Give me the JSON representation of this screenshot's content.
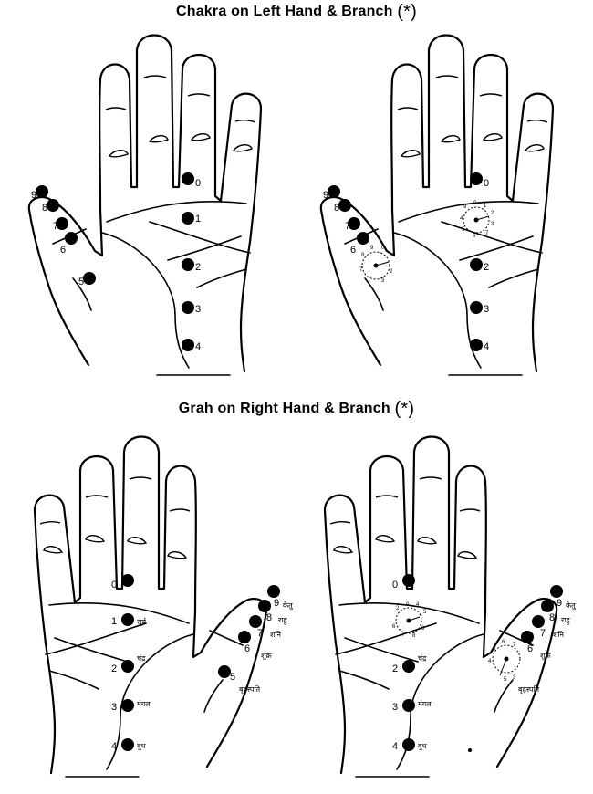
{
  "titles": {
    "top": "Chakra on Left Hand & Branch",
    "bottom": "Grah on Right Hand & Branch"
  },
  "star_symbol": "(*)",
  "digits": [
    "0",
    "1",
    "2",
    "3",
    "4",
    "5",
    "6",
    "7",
    "8",
    "9"
  ],
  "dial_digits": [
    "0",
    "1",
    "2",
    "3",
    "4",
    "5",
    "6",
    "7",
    "8",
    "9"
  ],
  "planets": {
    "surya": "सूर्य",
    "chandra": "चंद्र",
    "mangal": "मंगल",
    "budh": "बुध",
    "guru": "बृहस्पति",
    "shukra": "शुक्र",
    "shani": "शनि",
    "rahu": "राहु",
    "ketu": "केतु"
  }
}
